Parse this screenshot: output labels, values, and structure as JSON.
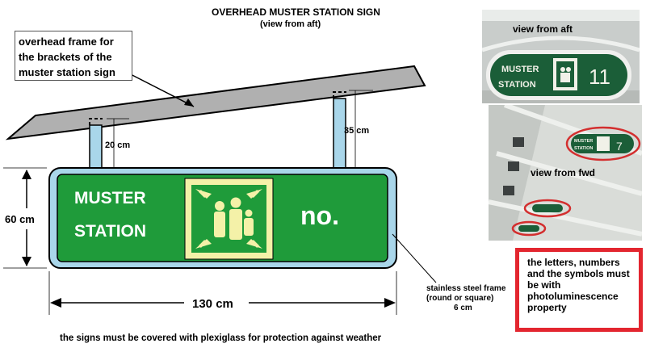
{
  "title": "OVERHEAD MUSTER STATION SIGN",
  "subtitle": "(view from aft)",
  "frame_callout": {
    "line1": "overhead frame for",
    "line2": "the brackets of the",
    "line3": "muster station sign"
  },
  "dimensions": {
    "bracket_left": "20 cm",
    "bracket_right": "35 cm",
    "height": "60 cm",
    "width": "130 cm"
  },
  "sign": {
    "line1": "MUSTER",
    "line2": "STATION",
    "number": "no.",
    "colors": {
      "green": "#1f9b3a",
      "frame": "#a9d6ea",
      "symbol_bg": "#f4f1a8"
    }
  },
  "steel_frame_note": {
    "line1": "stainless steel frame",
    "line2": "(round or square)",
    "line3": "6 cm"
  },
  "bottom_note": "the signs must be covered with plexiglass for protection against weather",
  "red_note": {
    "line1": "the letters, numbers",
    "line2": "and the symbols must",
    "line3": "be with",
    "line4": "photoluminescence",
    "line5": "property",
    "border_color": "#e3262f"
  },
  "photo_aft": {
    "caption": "view from aft",
    "sign_line1": "MUSTER",
    "sign_line2": "STATION",
    "sign_number": "11"
  },
  "photo_fwd": {
    "caption": "view from fwd",
    "sign_line1": "MUSTER",
    "sign_line2": "STATION",
    "sign_number": "7"
  }
}
